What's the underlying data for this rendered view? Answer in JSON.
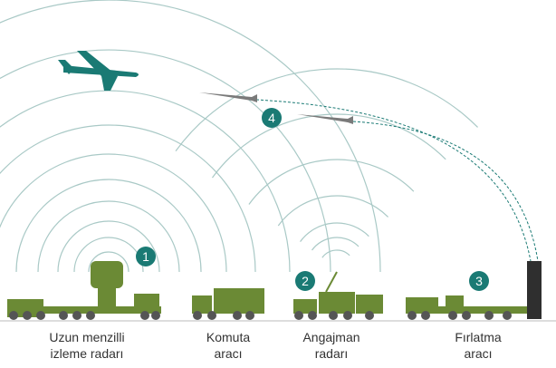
{
  "colors": {
    "vehicle": "#6b8a35",
    "badge": "#1a7a74",
    "wave": "#a9c9c6",
    "missile": "#7a7a7a",
    "launcher": "#2f2f2f"
  },
  "badges": [
    "1",
    "2",
    "3",
    "4"
  ],
  "labels": [
    {
      "line1": "Uzun menzilli",
      "line2": "izleme radarı"
    },
    {
      "line1": "Komuta",
      "line2": "aracı"
    },
    {
      "line1": "Angajman",
      "line2": "radarı"
    },
    {
      "line1": "Fırlatma",
      "line2": "aracı"
    }
  ]
}
